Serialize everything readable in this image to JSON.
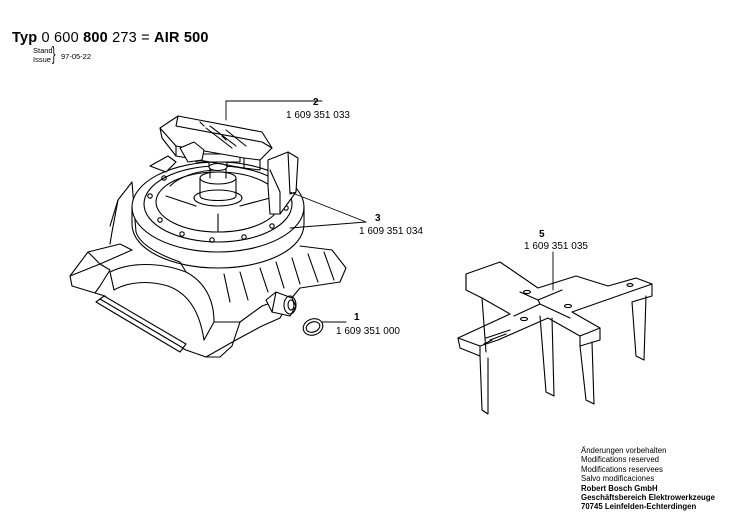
{
  "header": {
    "typ": "Typ",
    "num_a": "0 600",
    "num_b": "800",
    "num_c": "273 =",
    "model": "AIR 500",
    "stand": "Stand",
    "issue": "Issue",
    "date": "97-05-22"
  },
  "callouts": [
    {
      "num": "1",
      "part": "1 609 351 000"
    },
    {
      "num": "2",
      "part": "1 609 351 033"
    },
    {
      "num": "3",
      "part": "1 609 351 034"
    },
    {
      "num": "5",
      "part": "1 609 351 035"
    }
  ],
  "footer": {
    "line1": "Änderungen vorbehalten",
    "line2": "Modifications reserved",
    "line3": "Modifications reservees",
    "line4": "Salvo modificaciones",
    "company": "Robert Bosch GmbH",
    "division": "Geschäftsbereich Elektrowerkzeuge",
    "address": "70745 Leinfelden-Echterdingen"
  }
}
